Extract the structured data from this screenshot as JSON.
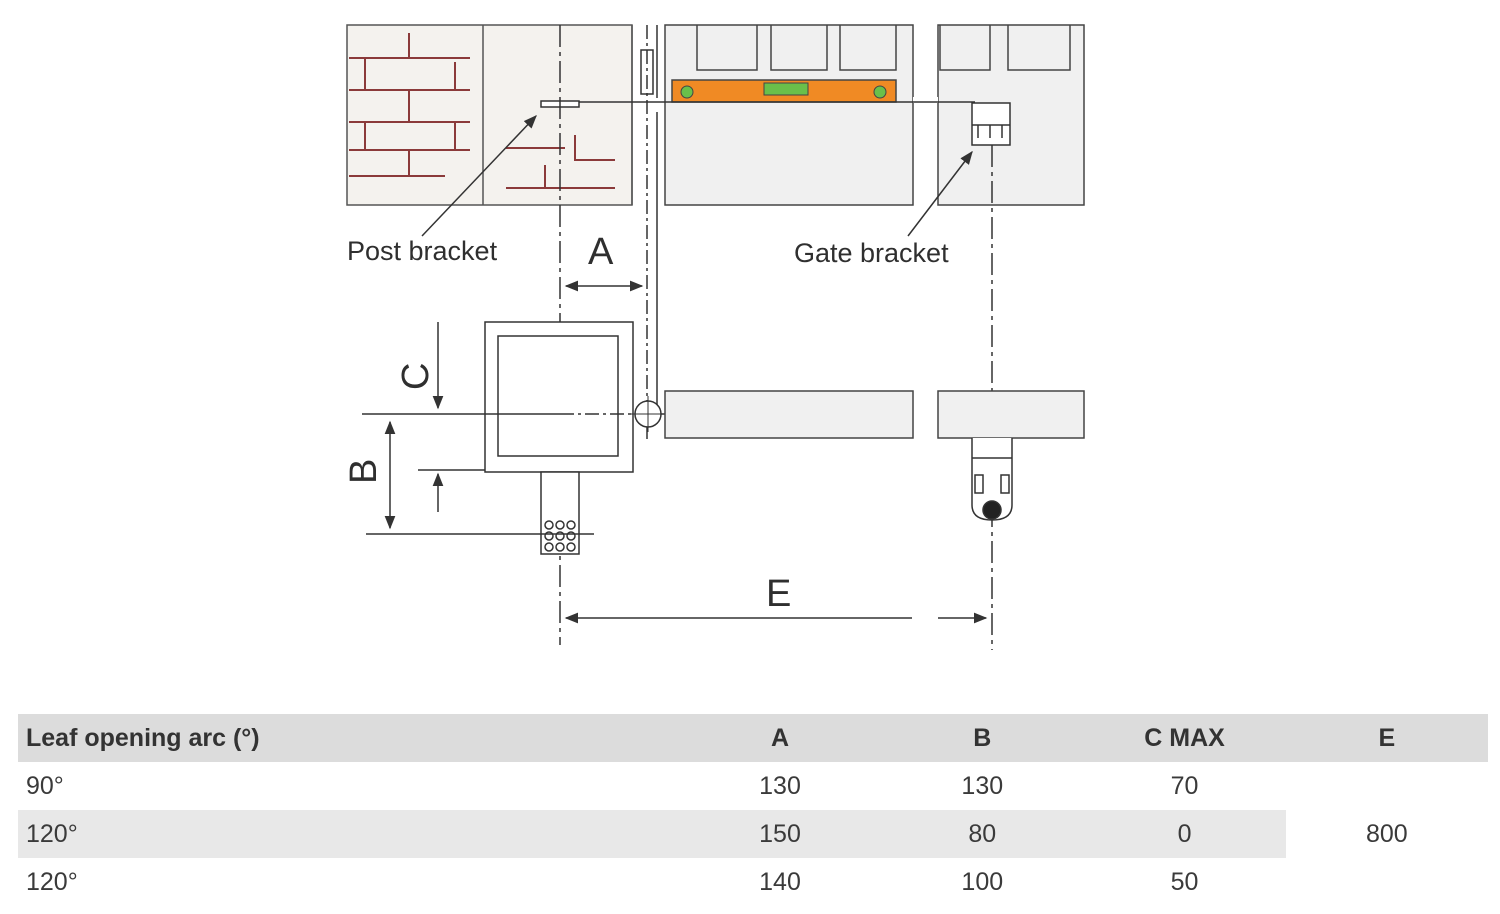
{
  "diagram": {
    "labels": {
      "post_bracket": "Post bracket",
      "gate_bracket": "Gate bracket",
      "dim_a": "A",
      "dim_b": "B",
      "dim_c": "C",
      "dim_e": "E"
    },
    "colors": {
      "brick_mortar": "#8b3a3a",
      "wall_fill": "#f4f2ee",
      "spirit_level": "#f08a24",
      "level_bubble": "#6ac04a",
      "gate_fill": "#f0f0f0",
      "line": "#333333"
    }
  },
  "table": {
    "headers": [
      "Leaf opening arc (°)",
      "A",
      "B",
      "C MAX",
      "E"
    ],
    "rows": [
      [
        "90°",
        "130",
        "130",
        "70"
      ],
      [
        "120°",
        "150",
        "80",
        "0"
      ],
      [
        "120°",
        "140",
        "100",
        "50"
      ]
    ],
    "merged_e_value": "800"
  }
}
